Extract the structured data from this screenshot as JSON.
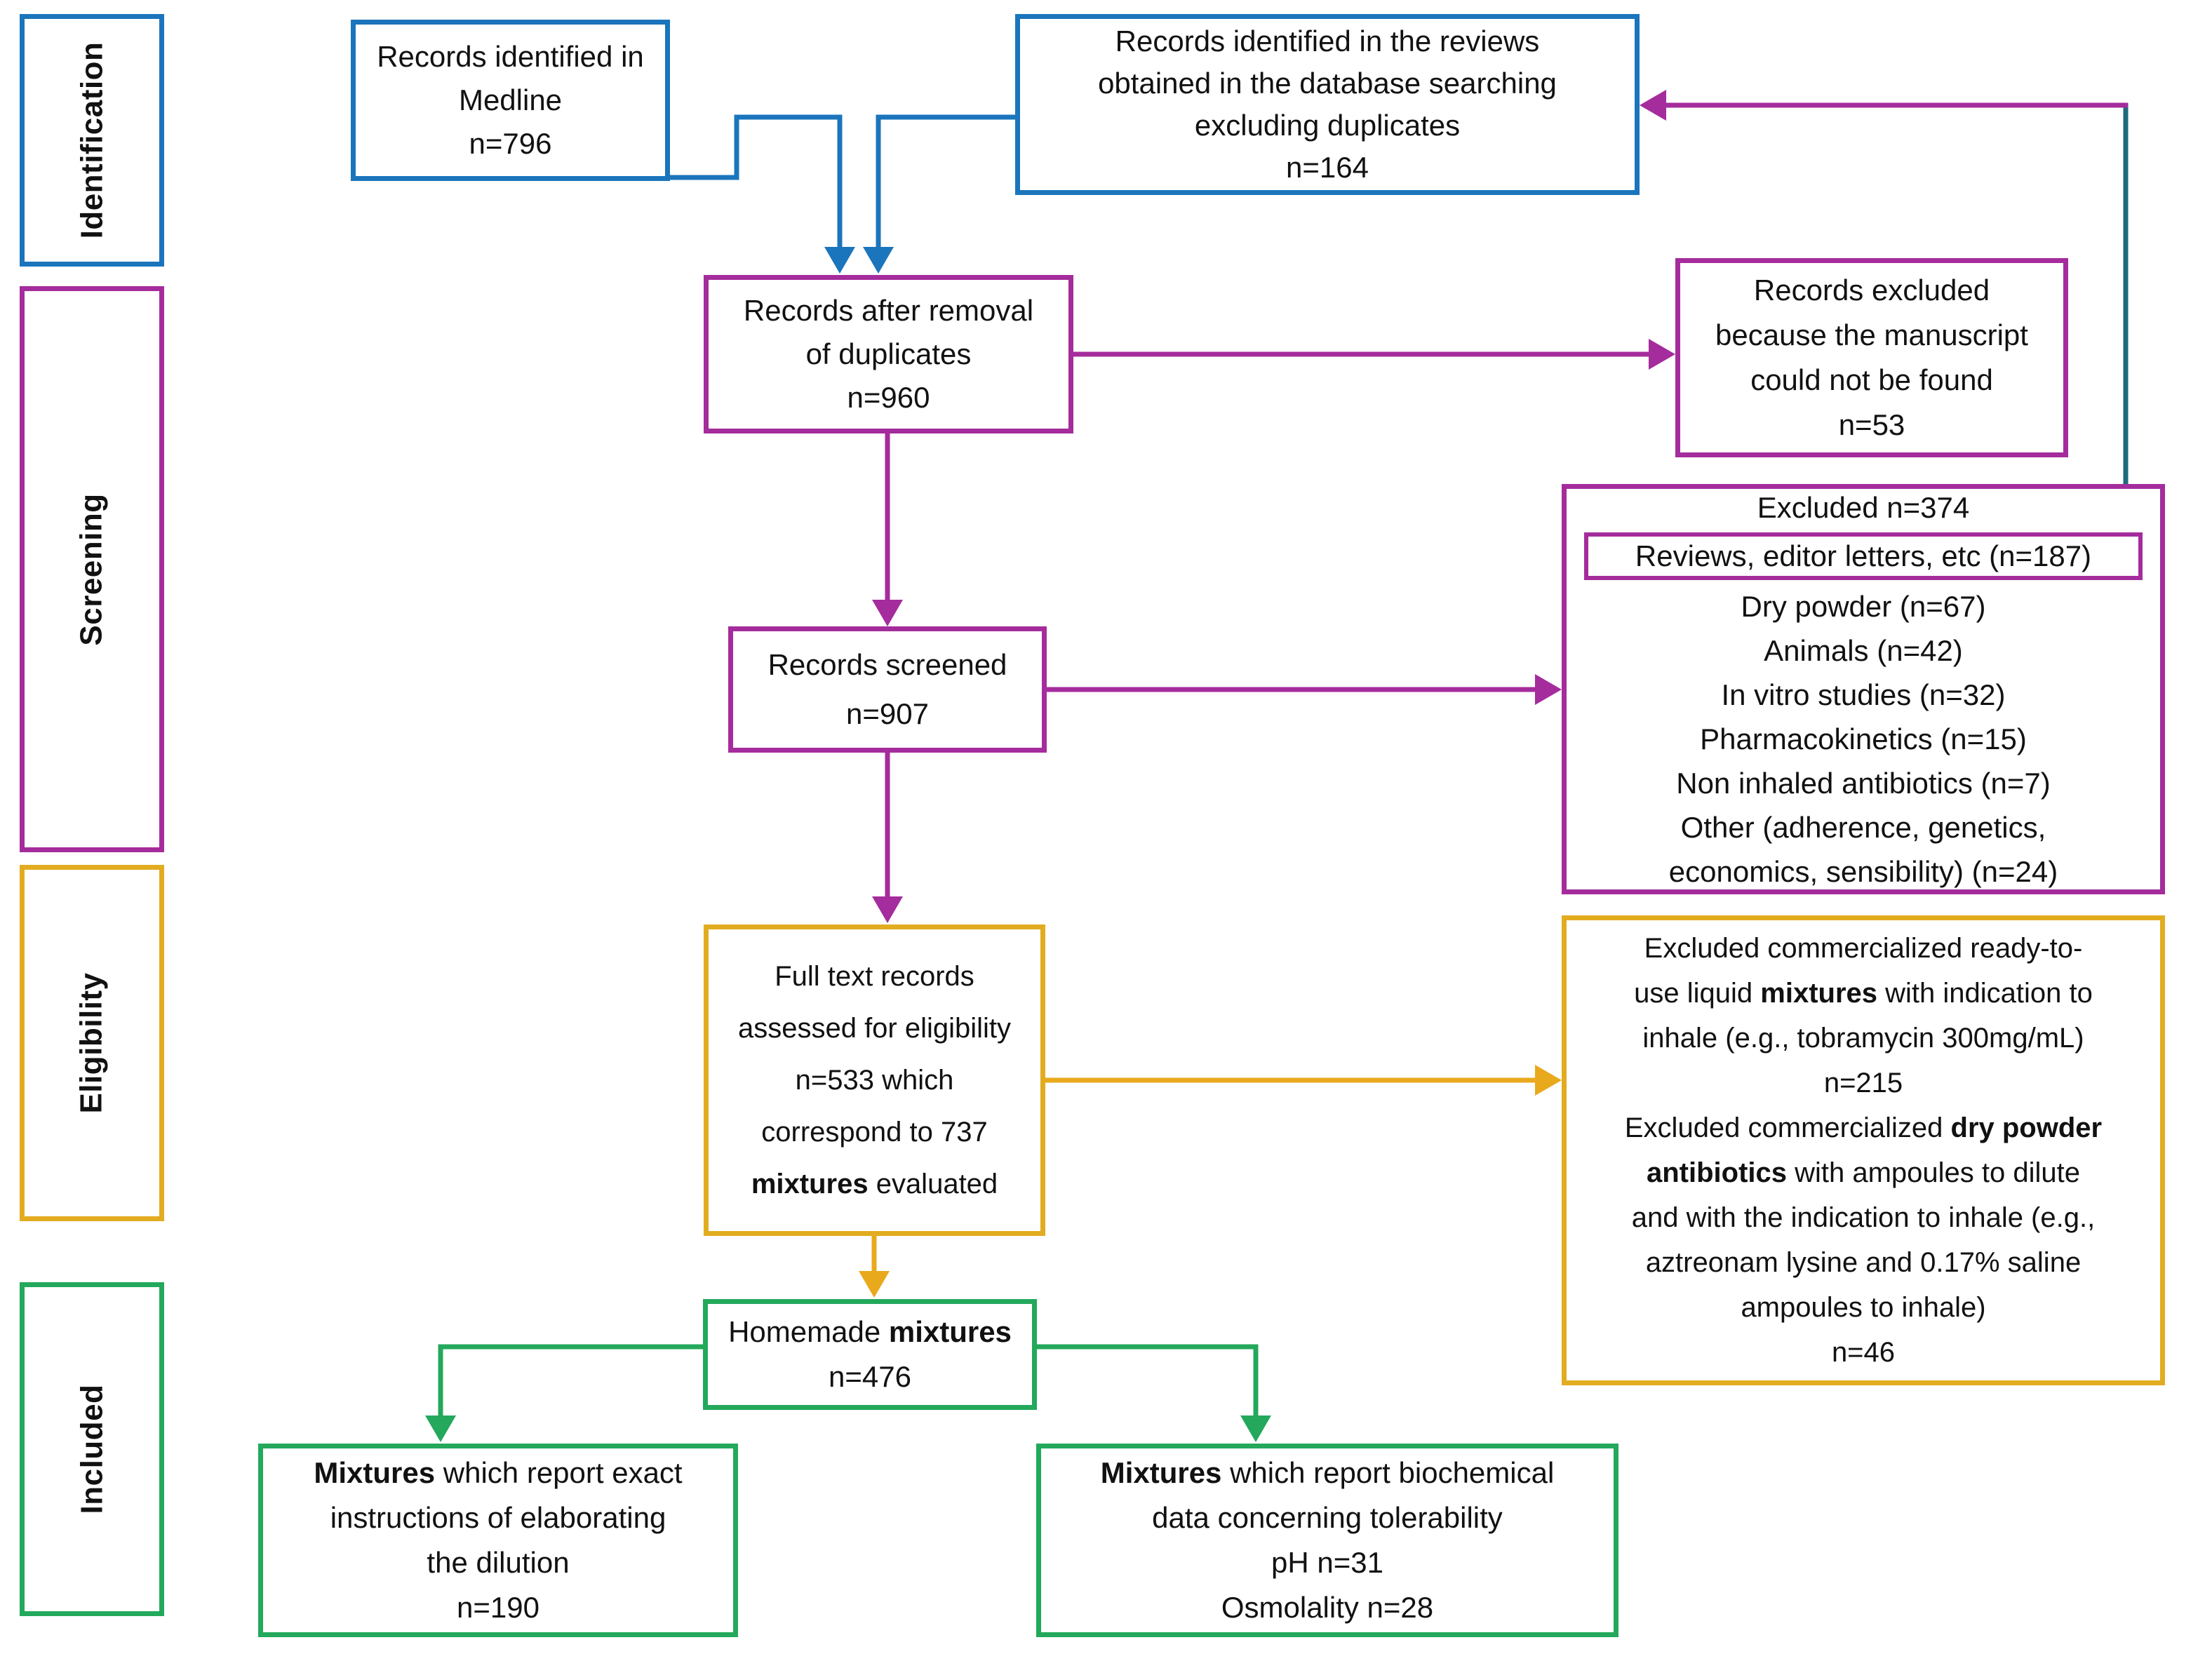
{
  "colors": {
    "identification_blue": "#1B75BC",
    "screening_purple": "#A52C9C",
    "eligibility_yellow": "#E2AC21",
    "arrow_gold": "#E9A91C",
    "included_green": "#23A85C",
    "feedback_teal": "#1E6A80"
  },
  "sidebar": {
    "items": [
      "Identification",
      "Screening",
      "Eligibility",
      "Included"
    ]
  },
  "nodes": {
    "medline": {
      "lines": [
        "Records identified in",
        "Medline",
        "n=796"
      ]
    },
    "reviews": {
      "lines": [
        "Records identified in the reviews",
        "obtained in the database searching",
        "excluding duplicates",
        "n=164"
      ]
    },
    "dedup": {
      "lines": [
        "Records after removal",
        "of duplicates",
        "n=960"
      ]
    },
    "not_found": {
      "lines": [
        "Records excluded",
        "because the manuscript",
        "could not be found",
        "n=53"
      ]
    },
    "excluded_screening": {
      "title": "Excluded n=374",
      "highlighted": "Reviews, editor letters, etc (n=187)",
      "items": [
        "Dry powder (n=67)",
        "Animals (n=42)",
        "In vitro studies (n=32)",
        "Pharmacokinetics (n=15)",
        "Non inhaled antibiotics (n=7)",
        "Other (adherence, genetics,",
        "economics, sensibility) (n=24)"
      ]
    },
    "screened": {
      "lines": [
        "Records screened",
        "n=907"
      ]
    },
    "fulltext": {
      "lines": [
        "Full text records",
        "assessed for eligibility",
        "n=533 which",
        "correspond to 737",
        [
          {
            "t": "mixtures",
            "b": true
          },
          {
            "t": " evaluated"
          }
        ]
      ]
    },
    "excluded_eligibility": {
      "lines": [
        "Excluded commercialized ready-to-",
        [
          {
            "t": "use liquid "
          },
          {
            "t": "mixtures",
            "b": true
          },
          {
            "t": " with indication to"
          }
        ],
        "inhale (e.g., tobramycin 300mg/mL)",
        "n=215",
        [
          {
            "t": "Excluded commercialized "
          },
          {
            "t": "dry powder",
            "b": true
          }
        ],
        [
          {
            "t": "antibiotics",
            "b": true
          },
          {
            "t": " with ampoules to dilute"
          }
        ],
        "and with the indication to inhale (e.g.,",
        "aztreonam lysine and 0.17% saline",
        "ampoules to inhale)",
        "n=46"
      ]
    },
    "homemade": {
      "lines": [
        [
          {
            "t": "Homemade "
          },
          {
            "t": "mixtures",
            "b": true
          }
        ],
        "n=476"
      ]
    },
    "instructions": {
      "lines": [
        [
          {
            "t": "Mixtures",
            "b": true
          },
          {
            "t": " which report exact"
          }
        ],
        "instructions of elaborating",
        "the dilution",
        "n=190"
      ]
    },
    "biochemical": {
      "lines": [
        [
          {
            "t": "Mixtures",
            "b": true
          },
          {
            "t": " which report biochemical"
          }
        ],
        "data concerning tolerability",
        "pH n=31",
        "Osmolality n=28"
      ]
    }
  },
  "edges": [
    {
      "from": "medline",
      "to": "dedup",
      "color": "identification_blue"
    },
    {
      "from": "reviews",
      "to": "dedup",
      "color": "identification_blue"
    },
    {
      "from": "dedup",
      "to": "not_found",
      "color": "screening_purple"
    },
    {
      "from": "dedup",
      "to": "screened",
      "color": "screening_purple"
    },
    {
      "from": "screened",
      "to": "excluded_screening",
      "color": "screening_purple"
    },
    {
      "from": "screened",
      "to": "fulltext",
      "color": "screening_purple"
    },
    {
      "from": "fulltext",
      "to": "excluded_eligibility",
      "color": "arrow_gold"
    },
    {
      "from": "fulltext",
      "to": "homemade",
      "color": "arrow_gold"
    },
    {
      "from": "homemade",
      "to": "instructions",
      "color": "included_green"
    },
    {
      "from": "homemade",
      "to": "biochemical",
      "color": "included_green"
    },
    {
      "from": "excluded_screening.highlighted",
      "to": "reviews",
      "color": "feedback_teal"
    }
  ]
}
